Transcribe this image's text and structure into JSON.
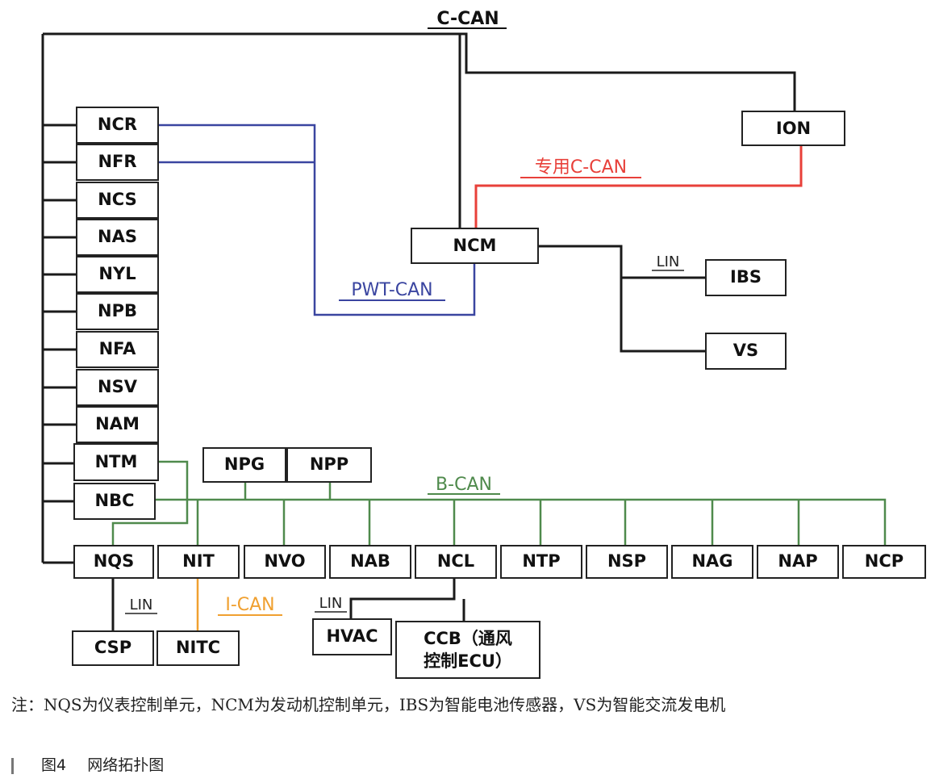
{
  "buses": {
    "c_can": "C-CAN",
    "dedicated_c_can": "专用C-CAN",
    "pwt_can": "PWT-CAN",
    "b_can": "B-CAN",
    "i_can": "I-CAN",
    "lin_ncm": "LIN",
    "lin_nqs": "LIN",
    "lin_ncl": "LIN"
  },
  "nodes": {
    "ion": "ION",
    "ncm": "NCM",
    "ibs": "IBS",
    "vs": "VS",
    "ncr": "NCR",
    "nfr": "NFR",
    "ncs": "NCS",
    "nas": "NAS",
    "nyl": "NYL",
    "npb": "NPB",
    "nfa": "NFA",
    "nsv": "NSV",
    "nam": "NAM",
    "ntm": "NTM",
    "nbc": "NBC",
    "npg": "NPG",
    "npp": "NPP",
    "nqs": "NQS",
    "nit": "NIT",
    "nvo": "NVO",
    "nab": "NAB",
    "ncl": "NCL",
    "ntp": "NTP",
    "nsp": "NSP",
    "nag": "NAG",
    "nap": "NAP",
    "ncp": "NCP",
    "csp": "CSP",
    "nitc": "NITC",
    "hvac": "HVAC",
    "ccb_line1": "CCB（通风",
    "ccb_line2": "控制ECU）"
  },
  "colors": {
    "c_can": "#1a1a1a",
    "dedicated_c_can": "#e8403a",
    "pwt_can": "#3a45a0",
    "b_can": "#4f8a4c",
    "i_can": "#f0a030",
    "lin": "#1a1a1a"
  },
  "note": "注：NQS为仪表控制单元，NCM为发动机控制单元，IBS为智能电池传感器，VS为智能交流发电机",
  "caption": {
    "figure_number": "图4",
    "title": "网络拓扑图"
  }
}
